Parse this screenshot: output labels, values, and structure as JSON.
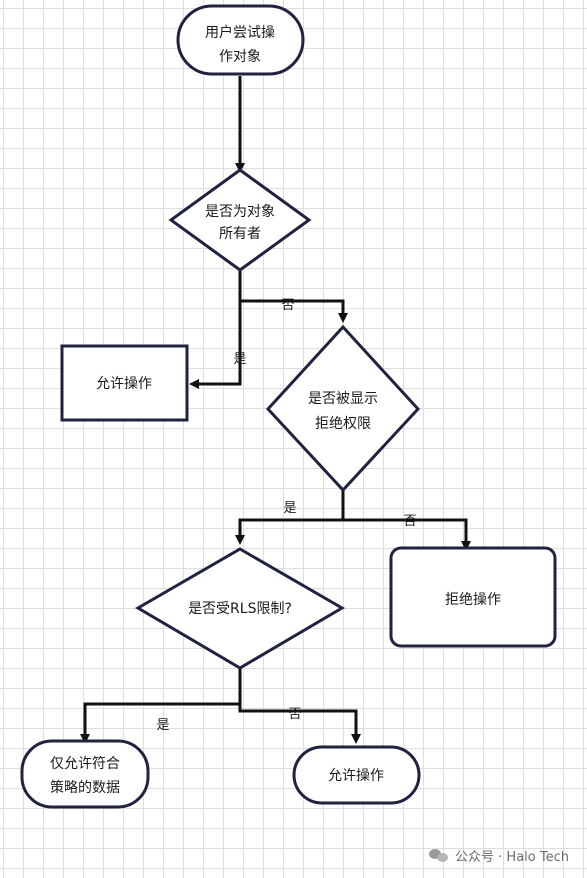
{
  "colors": {
    "stroke": "#1f2340",
    "line": "#111111",
    "grid": "#dedede"
  },
  "nodes": {
    "start": "用户尝试操作对象",
    "owner_check": "是否为对象所有者",
    "allow_1": "允许操作",
    "deny_check": "是否被显示拒绝权限",
    "rls_check": "是否受RLS限制?",
    "deny": "拒绝操作",
    "policy_data": "仅允许符合策略的数据",
    "allow_2": "允许操作"
  },
  "node_lines": {
    "start": [
      "用户尝试操",
      "作对象"
    ],
    "owner_check": [
      "是否为对象",
      "所有者"
    ],
    "allow_1": [
      "允许操作"
    ],
    "deny_check": [
      "是否被显示",
      "拒绝权限"
    ],
    "rls_check": [
      "是否受RLS限制?"
    ],
    "deny": [
      "拒绝操作"
    ],
    "policy_data": [
      "仅允许符合",
      "策略的数据"
    ],
    "allow_2": [
      "允许操作"
    ]
  },
  "edges": {
    "owner_no": "否",
    "owner_yes": "是",
    "deny_yes": "是",
    "deny_no": "否",
    "rls_yes": "是",
    "rls_no": "否"
  },
  "footer": {
    "source": "公众号 · Halo Tech",
    "icon": "wechat-icon"
  }
}
